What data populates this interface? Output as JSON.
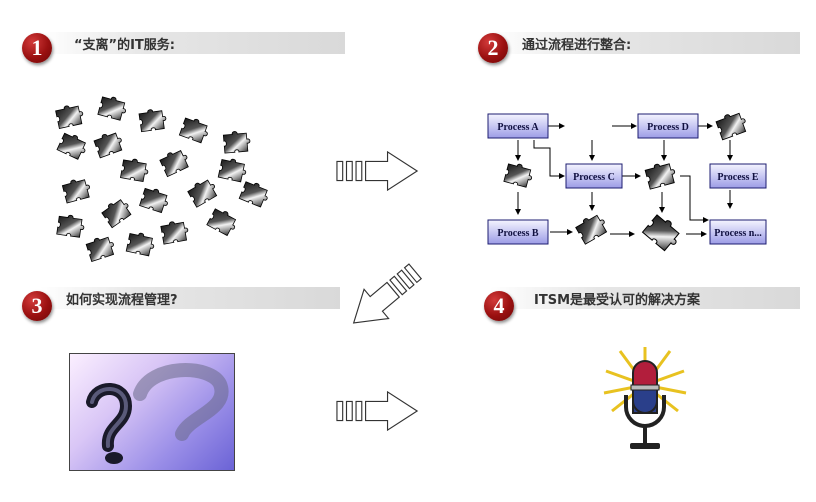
{
  "sections": [
    {
      "number": "1",
      "title": "“支离”的IT服务:"
    },
    {
      "number": "2",
      "title": "通过流程进行整合:"
    },
    {
      "number": "3",
      "title": "如何实现流程管理?"
    },
    {
      "number": "4",
      "title": "ITSM是最受认可的解决方案"
    }
  ],
  "process_diagram": {
    "process_a": "Process A",
    "process_b": "Process B",
    "process_c": "Process C",
    "process_d": "Process D",
    "process_e": "Process E",
    "process_n": "Process n..."
  },
  "icons": {
    "puzzle_pieces": "puzzle-piece-icon",
    "question_mark": "question-mark-image",
    "microphone": "microphone-icon",
    "arrow": "striped-arrow-icon"
  },
  "colors": {
    "badge": "#a31515",
    "process_box": "#b8b8ee",
    "header_bar": "#dcdcdc"
  }
}
